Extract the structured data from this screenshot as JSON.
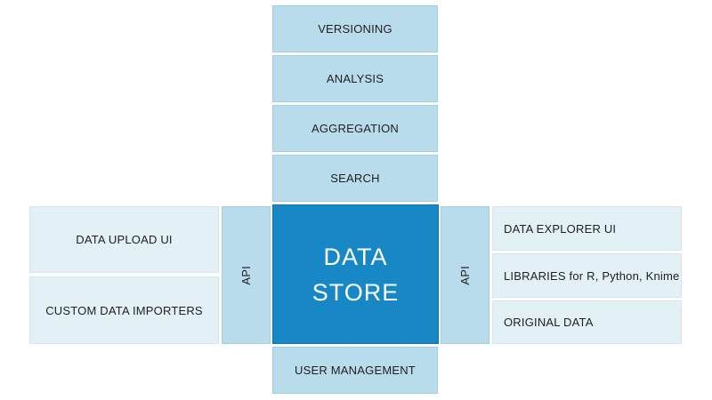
{
  "top_stack": [
    {
      "label": "VERSIONING"
    },
    {
      "label": "ANALYSIS"
    },
    {
      "label": "AGGREGATION"
    },
    {
      "label": "SEARCH"
    }
  ],
  "left_items": [
    {
      "label": "DATA UPLOAD UI"
    },
    {
      "label": "CUSTOM DATA IMPORTERS"
    }
  ],
  "left_api": {
    "label": "API"
  },
  "core": {
    "line1": "DATA",
    "line2": "STORE"
  },
  "right_api": {
    "label": "API"
  },
  "right_items": [
    {
      "label": "DATA EXPLORER UI"
    },
    {
      "label": "LIBRARIES for R, Python, Knime"
    },
    {
      "label": "ORIGINAL DATA"
    }
  ],
  "bottom": {
    "label": "USER MANAGEMENT"
  },
  "colors": {
    "core": "#1787c6",
    "api": "#b9dcec",
    "light": "#e3f1f7"
  }
}
